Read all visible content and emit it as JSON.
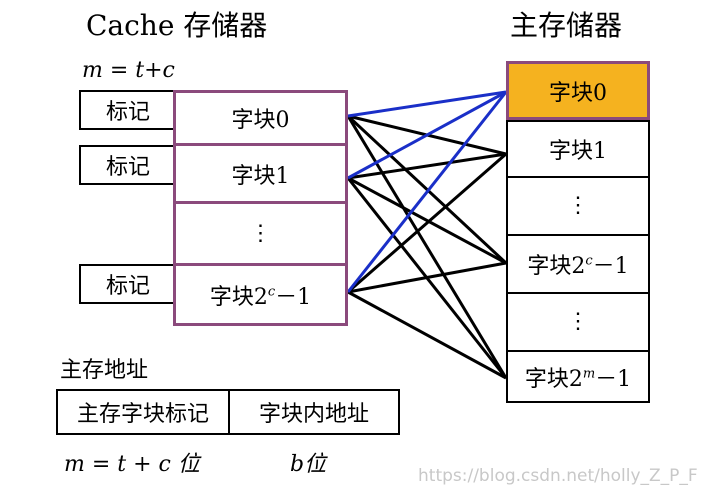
{
  "cache": {
    "title": "Cache 存储器",
    "formula": "m = t+c",
    "tag_label": "标记",
    "rows": [
      {
        "text": "字块0",
        "sup": "",
        "rest": ""
      },
      {
        "text": "字块1",
        "sup": "",
        "rest": ""
      },
      {
        "text": "⋮",
        "sup": "",
        "rest": ""
      },
      {
        "text": "字块2",
        "sup": "c",
        "rest": "－1"
      }
    ]
  },
  "main_memory": {
    "title": "主存储器",
    "rows": [
      {
        "text": "字块0",
        "sup": "",
        "rest": ""
      },
      {
        "text": "字块1",
        "sup": "",
        "rest": ""
      },
      {
        "text": "⋮",
        "sup": "",
        "rest": ""
      },
      {
        "text": "字块2",
        "sup": "c",
        "rest": "－1"
      },
      {
        "text": "⋮",
        "sup": "",
        "rest": ""
      },
      {
        "text": "字块2",
        "sup": "m",
        "rest": "－1"
      }
    ]
  },
  "address": {
    "title": "主存地址",
    "field1": "主存字块标记",
    "field2": "字块内地址",
    "field1_bits": "m = t + c 位",
    "field2_bits": "b位"
  },
  "colors": {
    "highlight_fill": "#f5b21f",
    "box_border": "#8b4a7c",
    "mapping_line": "#000000",
    "block0_mapping_line": "#1a2fc8"
  },
  "watermark": "https://blog.csdn.net/holly_Z_P_F"
}
